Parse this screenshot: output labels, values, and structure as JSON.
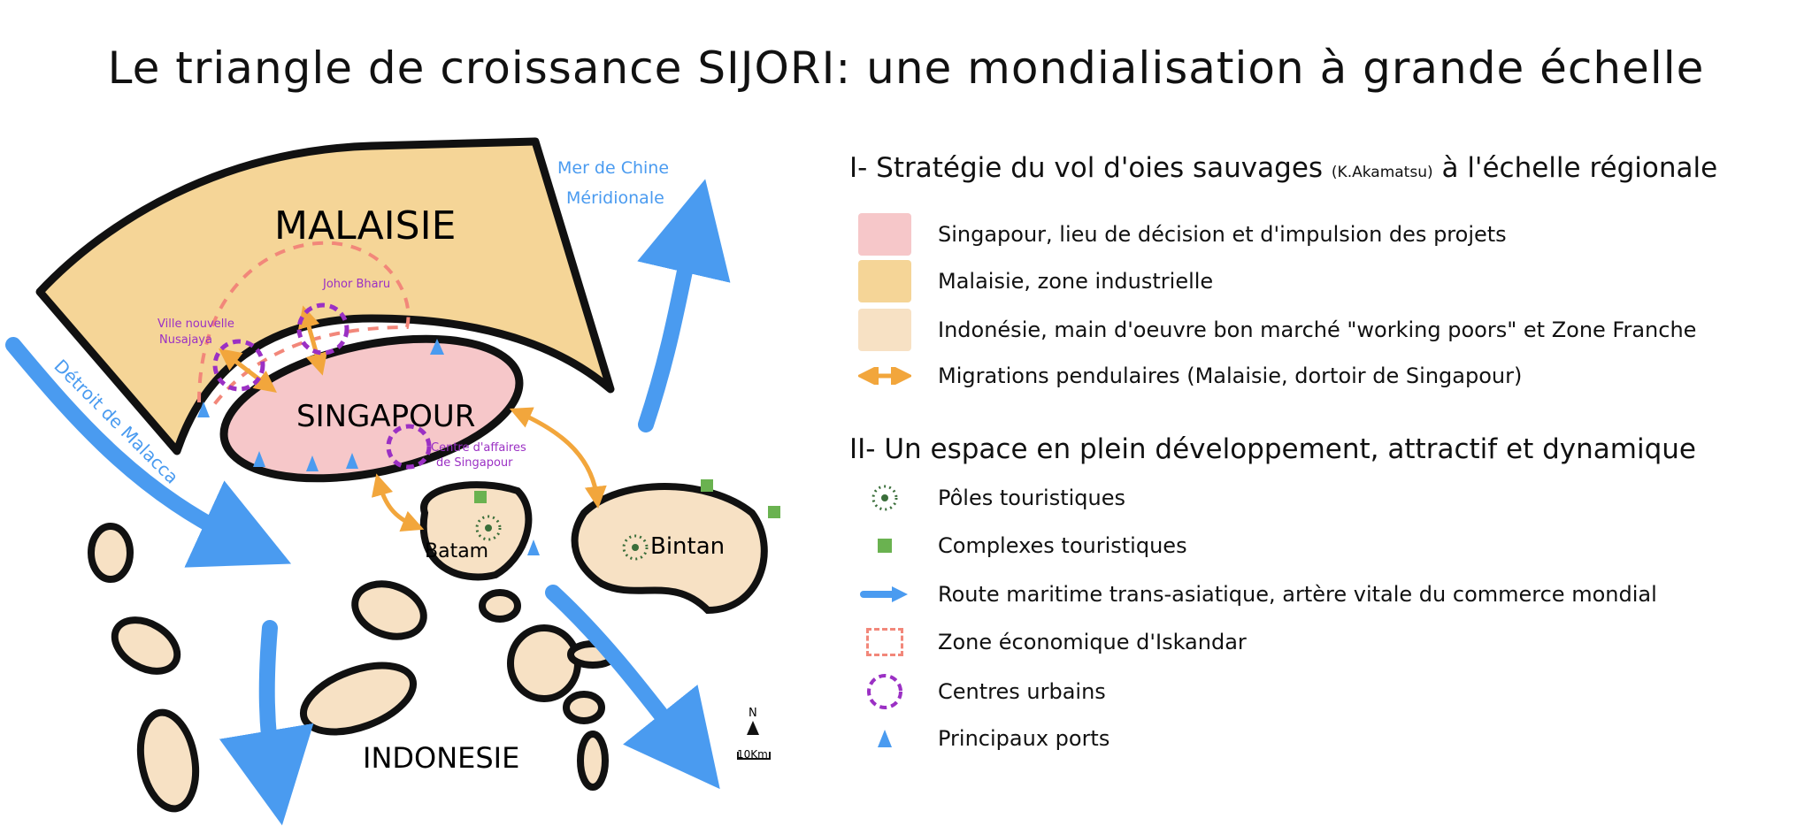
{
  "title": "Le triangle de croissance  SIJORI: une mondialisation à grande échelle",
  "colors": {
    "singapore": "#f6c7c9",
    "malaysia": "#f5d597",
    "indonesia": "#f7e1c4",
    "migration": "#f2a63c",
    "route": "#4a9bf0",
    "iskandar": "#f2877a",
    "urban": "#9b30c4",
    "tourist_pole": "#3a6e3a",
    "tourist_complex": "#6ab250",
    "port": "#4a9bf0"
  },
  "map": {
    "malaysia": "MALAISIE",
    "singapore": "SINGAPOUR",
    "indonesia": "INDONESIE",
    "batam": "Batam",
    "bintan": "Bintan",
    "sea": [
      "Mer de Chine",
      "Méridionale"
    ],
    "strait": "Détroit de Malacca",
    "johor": "Johor Bharu",
    "nusajaya": [
      "Ville nouvelle",
      "Nusajaya"
    ],
    "cbd": [
      "Centre d'affaires",
      "de Singapour"
    ],
    "north": "N",
    "scale": "10Km"
  },
  "legend": {
    "part1": {
      "title": "I- Stratégie du vol d'oies sauvages",
      "author": "(K.Akamatsu)",
      "suffix": "à l'échelle régionale"
    },
    "items1": [
      {
        "icon": "pink-swatch",
        "label": "Singapour, lieu de décision et d'impulsion des projets"
      },
      {
        "icon": "orange-swatch",
        "label": "Malaisie, zone industrielle"
      },
      {
        "icon": "beige-swatch",
        "label": "Indonésie, main d'oeuvre bon marché \"working poors\" et Zone Franche"
      },
      {
        "icon": "double-arrow-icon",
        "label": "Migrations pendulaires (Malaisie, dortoir de Singapour)"
      }
    ],
    "part2": {
      "title": "II- Un espace en plein développement, attractif et dynamique"
    },
    "items2": [
      {
        "icon": "dotted-circle-icon",
        "label": "Pôles touristiques"
      },
      {
        "icon": "green-square-icon",
        "label": "Complexes touristiques"
      },
      {
        "icon": "blue-arrow-icon",
        "label": "Route maritime trans-asiatique, artère vitale du commerce mondial"
      },
      {
        "icon": "dashed-rect-icon",
        "label": "Zone économique d'Iskandar"
      },
      {
        "icon": "dashed-circle-icon",
        "label": "Centres urbains"
      },
      {
        "icon": "triangle-icon",
        "label": "Principaux ports"
      }
    ]
  }
}
